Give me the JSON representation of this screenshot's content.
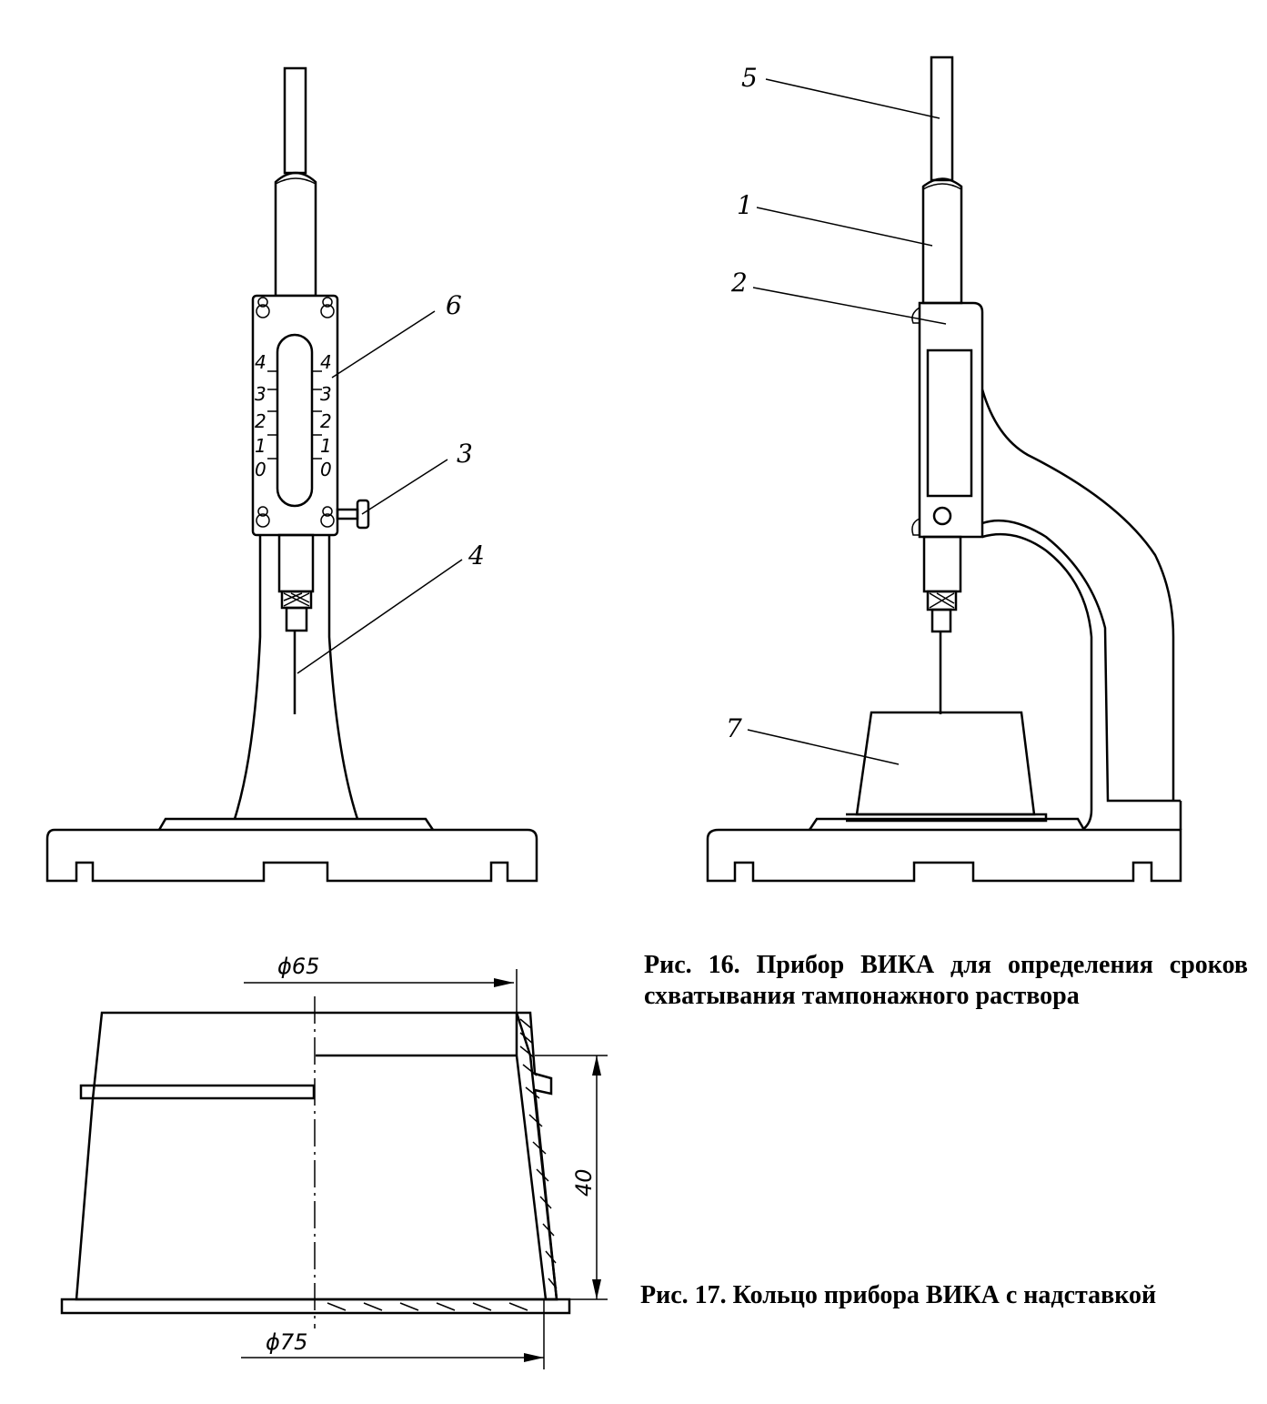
{
  "figure16": {
    "labels": {
      "l1": "1",
      "l2": "2",
      "l3": "3",
      "l4": "4",
      "l5": "5",
      "l6": "6",
      "l7": "7"
    },
    "scale_ticks": [
      "4",
      "3",
      "2",
      "1",
      "0"
    ],
    "caption": "Рис. 16. Прибор ВИКА для определения сроков схватывания тампонажного раствора"
  },
  "figure17": {
    "dimensions": {
      "top_diameter": "ϕ65",
      "bottom_diameter": "ϕ75",
      "height": "40"
    },
    "caption": "Рис. 17. Кольцо прибора ВИКА с надставкой"
  }
}
